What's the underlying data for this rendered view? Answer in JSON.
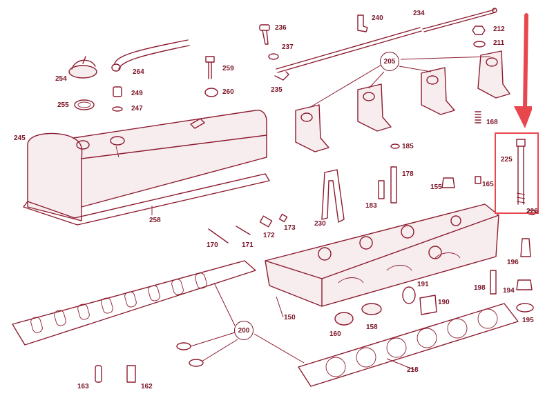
{
  "annotation": {
    "arrow_color": "#e8474d",
    "box_color": "#e8474d"
  },
  "line_color": "#8c1b2e",
  "callouts": {
    "c205": "205",
    "c200": "200"
  },
  "labels": {
    "l240": "240",
    "l234": "234",
    "l236": "236",
    "l237": "237",
    "l235": "235",
    "l212": "212",
    "l211": "211",
    "l254": "254",
    "l264": "264",
    "l259": "259",
    "l249": "249",
    "l247": "247",
    "l255": "255",
    "l260": "260",
    "l245": "245",
    "l258": "258",
    "l168": "168",
    "l185": "185",
    "l225": "225",
    "l226": "226",
    "l178": "178",
    "l155": "155",
    "l165": "165",
    "l183": "183",
    "l230": "230",
    "l173": "173",
    "l172": "172",
    "l171": "171",
    "l170": "170",
    "l196": "196",
    "l198": "198",
    "l194": "194",
    "l191": "191",
    "l190": "190",
    "l195": "195",
    "l150": "150",
    "l158": "158",
    "l160": "160",
    "l218": "218",
    "l163": "163",
    "l162": "162"
  }
}
